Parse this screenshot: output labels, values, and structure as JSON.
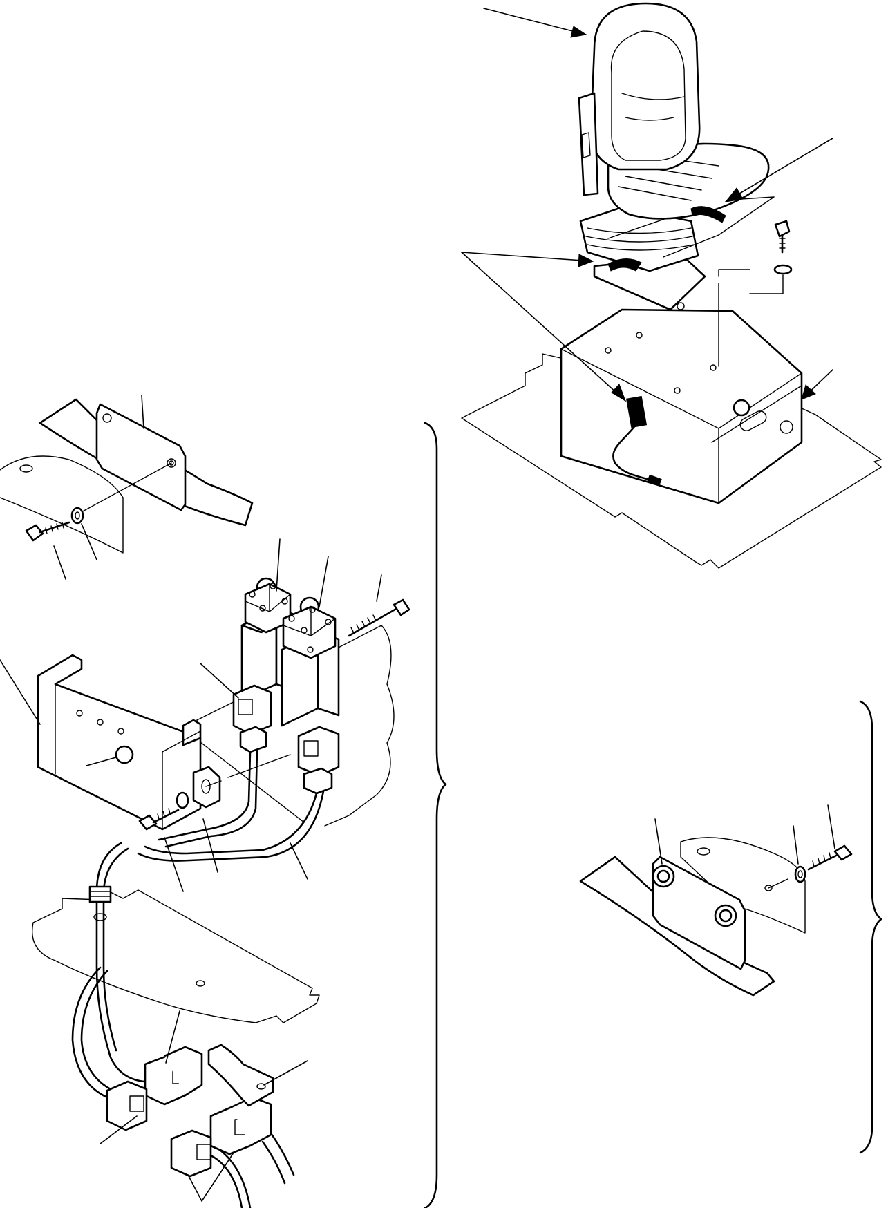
{
  "figure": {
    "kind": "exploded-parts-diagram",
    "background": "#ffffff",
    "line_color": "#000000",
    "groups": [
      "operator-seat-assembly",
      "seat-switch-bracket-detail",
      "seat-stop-bracket-detail"
    ]
  }
}
